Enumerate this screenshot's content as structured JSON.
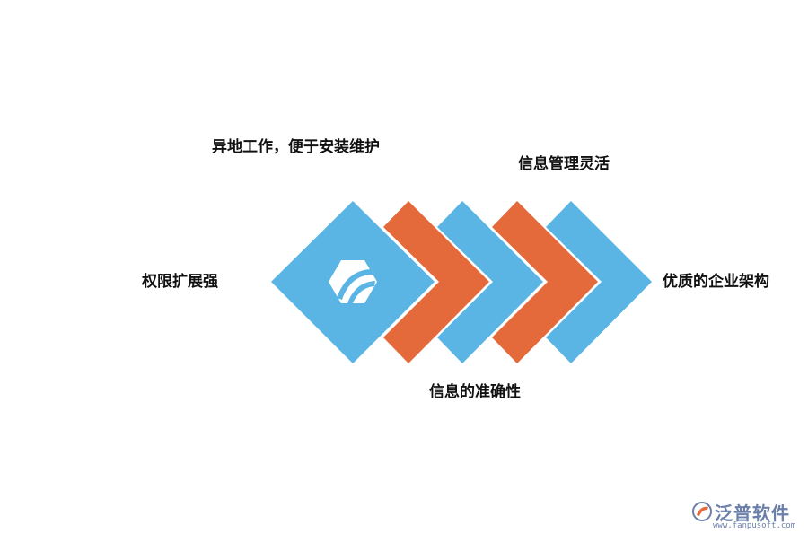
{
  "diagram": {
    "labels": {
      "top_left": "异地工作，便于安装维护",
      "top_right": "信息管理灵活",
      "left": "权限扩展强",
      "right": "优质的企业架构",
      "bottom": "信息的准确性"
    },
    "colors": {
      "blue": "#5bb5e4",
      "orange": "#e46a3c",
      "text": "#111111"
    },
    "center_icon": "leaf-logo-icon"
  },
  "brand": {
    "name": "泛普软件",
    "url": "www.fanpusoft.com",
    "logo_icon": "fanpu-logo-icon"
  }
}
